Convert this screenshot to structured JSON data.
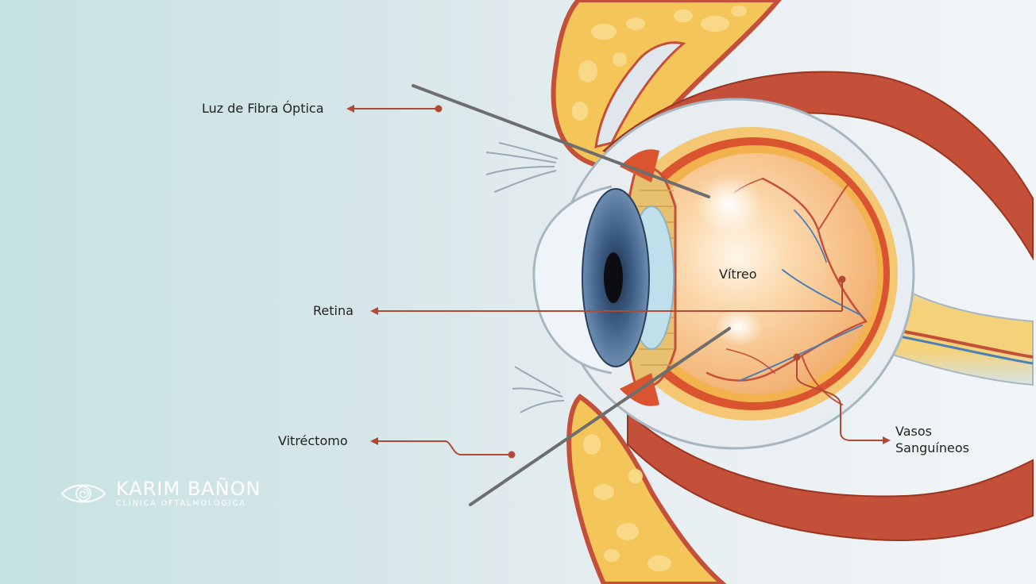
{
  "labels": {
    "fiber_light": "Luz de Fibra Óptica",
    "retina": "Retina",
    "vitrectome": "Vitréctomo",
    "vitreous": "Vítreo",
    "vessels_line1": "Vasos",
    "vessels_line2": "Sanguíneos"
  },
  "logo": {
    "name": "KARIM BAÑON",
    "subtitle": "CLÍNICA OFTALMOLÓGICA",
    "icon": "eye-logo-icon"
  },
  "colors": {
    "leader_line": "#b04a36",
    "instrument": "#6e6e6e",
    "muscle": "#c4503a",
    "fat": "#f3c75a",
    "iris": "#3d5e86",
    "vitreous": "#f7c58e"
  }
}
